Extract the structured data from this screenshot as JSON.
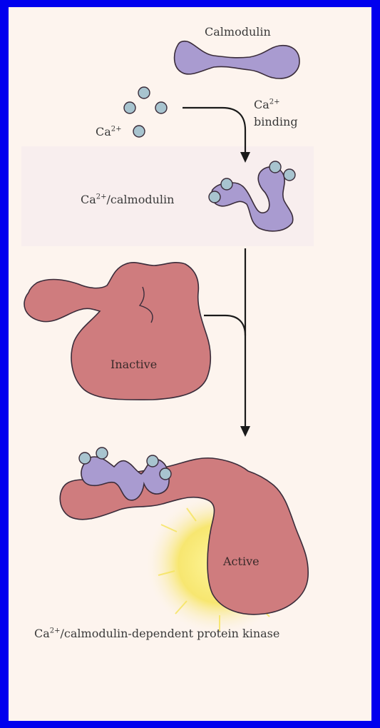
{
  "labels": {
    "calmodulin": "Calmodulin",
    "ca_ion_base": "Ca",
    "ca_ion_sup": "2+",
    "ca_binding_base": "Ca",
    "ca_binding_sup": "2+",
    "ca_binding_word": "binding",
    "ca_calmodulin_base": "Ca",
    "ca_calmodulin_sup": "2+",
    "ca_calmodulin_rest": "/calmodulin",
    "inactive": "Inactive",
    "active": "Active",
    "kinase_base": "Ca",
    "kinase_sup": "2+",
    "kinase_rest": "/calmodulin-dependent protein kinase"
  },
  "colors": {
    "border": "#0000ee",
    "background": "#fdf4ee",
    "calmodulin": "#a99bd0",
    "calcium_ion": "#a8c4cf",
    "kinase": "#cf7c7e",
    "outline": "#3a2c3a",
    "glow": "#f6e45a"
  }
}
